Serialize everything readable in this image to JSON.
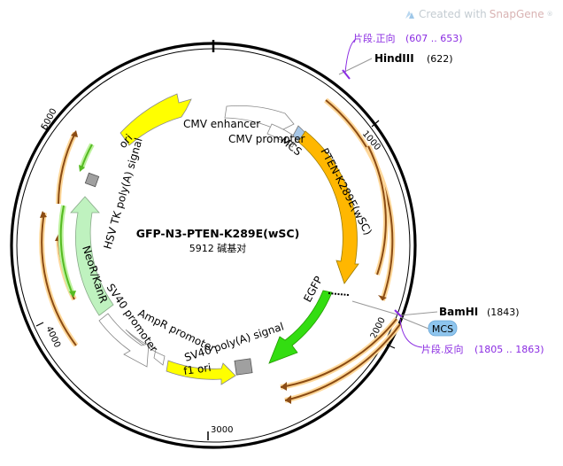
{
  "watermark": {
    "prefix": "Created with ",
    "brand": "SnapGene",
    "mark": "®"
  },
  "plasmid": {
    "name": "GFP-N3-PTEN-K289E(wSC)",
    "length_text": "5912 碱基对"
  },
  "ticks": [
    "1000",
    "2000",
    "3000",
    "4000",
    "5000"
  ],
  "features": {
    "ori": "ori",
    "cmv_enhancer": "CMV enhancer",
    "cmv_promoter": "CMV promoter",
    "mcs": "MCS",
    "pten": "PTEN-K289E(wSC)",
    "egfp": "EGFP",
    "sv40_polya": "SV40 poly(A) signal",
    "f1_ori": "f1 ori",
    "ampr_promoter": "AmpR promoter",
    "sv40_promoter": "SV40 promoter",
    "neor": "NeoR/KanR",
    "hsv_tk": "HSV TK poly(A) signal"
  },
  "sites": {
    "hindiii": {
      "name": "HindIII",
      "pos": "(622)"
    },
    "bamhi": {
      "name": "BamHI",
      "pos": "(1843)"
    },
    "fragment_fwd": {
      "label": "片段.正向",
      "range": "(607 .. 653)"
    },
    "fragment_rev": {
      "label": "片段.反向",
      "range": "(1805 .. 1863)"
    },
    "mcs_tag": "MCS"
  },
  "colors": {
    "ori": "#ffff00",
    "pten": "#ffb700",
    "egfp": "#33dd11",
    "neor": "#bff2bf",
    "f1": "#ffff00",
    "primer": "#8b4c14",
    "primer_halo": "#ffd89a",
    "primer_green": "#55bb22",
    "purple": "#8a2be2",
    "mcs_blue": "#8ec5ee"
  }
}
